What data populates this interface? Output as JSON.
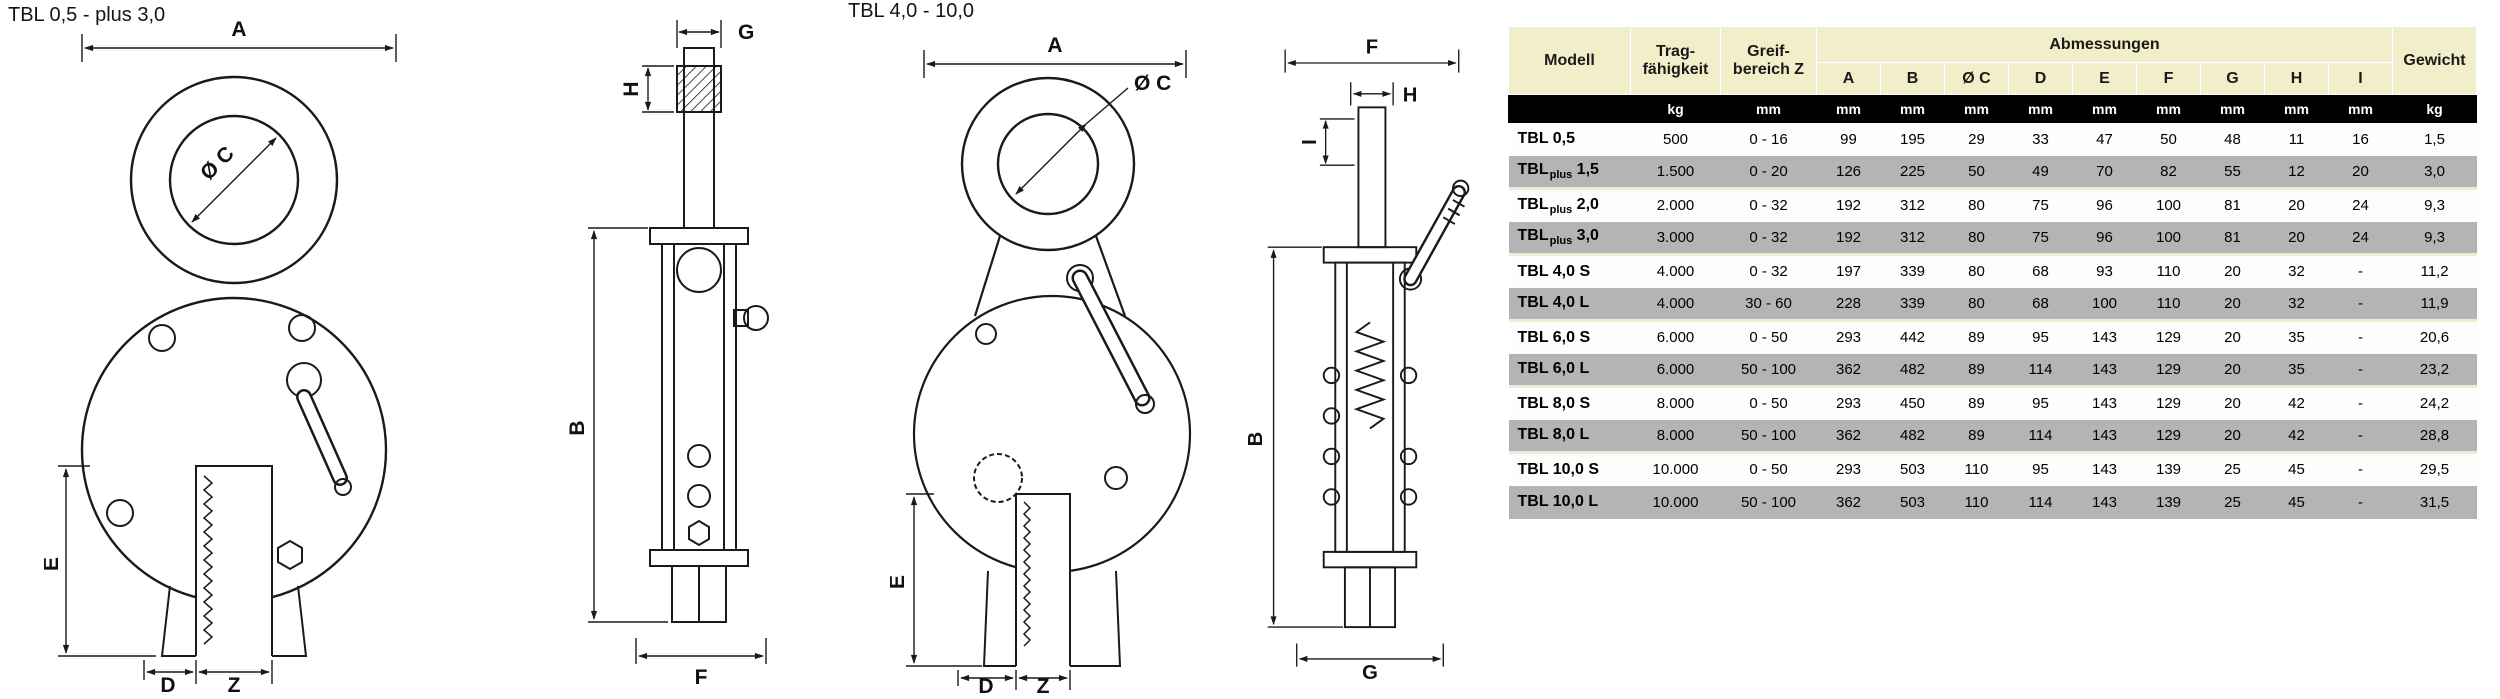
{
  "drawings": {
    "group1_label": "TBL 0,5 - plus 3,0",
    "group2_label": "TBL 4,0 - 10,0",
    "labels": {
      "A": "A",
      "B": "B",
      "C": "Ø C",
      "D": "D",
      "E": "E",
      "F": "F",
      "G": "G",
      "H": "H",
      "I": "I",
      "Z": "Z"
    }
  },
  "table": {
    "header": {
      "modell": "Modell",
      "tragfaehigkeit": "Trag-\nfähigkeit",
      "greifbereich": "Greif-\nbereich Z",
      "abmessungen": "Abmessungen",
      "gewicht": "Gewicht",
      "dims": [
        "A",
        "B",
        "Ø C",
        "D",
        "E",
        "F",
        "G",
        "H",
        "I"
      ]
    },
    "units": {
      "modell": "",
      "tragfaehigkeit": "kg",
      "greifbereich": "mm",
      "dims": [
        "mm",
        "mm",
        "mm",
        "mm",
        "mm",
        "mm",
        "mm",
        "mm",
        "mm"
      ],
      "gewicht": "kg"
    },
    "rows": [
      {
        "model": {
          "prefix": "TBL",
          "sub": "",
          "size": "0,5"
        },
        "cells": [
          "500",
          "0 - 16",
          "99",
          "195",
          "29",
          "33",
          "47",
          "50",
          "48",
          "11",
          "16",
          "1,5"
        ],
        "shade": false,
        "group_start": false
      },
      {
        "model": {
          "prefix": "TBL",
          "sub": "plus",
          "size": "1,5"
        },
        "cells": [
          "1.500",
          "0 - 20",
          "126",
          "225",
          "50",
          "49",
          "70",
          "82",
          "55",
          "12",
          "20",
          "3,0"
        ],
        "shade": true,
        "group_start": false
      },
      {
        "model": {
          "prefix": "TBL",
          "sub": "plus",
          "size": "2,0"
        },
        "cells": [
          "2.000",
          "0 - 32",
          "192",
          "312",
          "80",
          "75",
          "96",
          "100",
          "81",
          "20",
          "24",
          "9,3"
        ],
        "shade": false,
        "group_start": true
      },
      {
        "model": {
          "prefix": "TBL",
          "sub": "plus",
          "size": "3,0"
        },
        "cells": [
          "3.000",
          "0 - 32",
          "192",
          "312",
          "80",
          "75",
          "96",
          "100",
          "81",
          "20",
          "24",
          "9,3"
        ],
        "shade": true,
        "group_start": false
      },
      {
        "model": {
          "prefix": "TBL",
          "sub": "",
          "size": "4,0 S"
        },
        "cells": [
          "4.000",
          "0 - 32",
          "197",
          "339",
          "80",
          "68",
          "93",
          "110",
          "20",
          "32",
          "-",
          "11,2"
        ],
        "shade": false,
        "group_start": true
      },
      {
        "model": {
          "prefix": "TBL",
          "sub": "",
          "size": "4,0 L"
        },
        "cells": [
          "4.000",
          "30 - 60",
          "228",
          "339",
          "80",
          "68",
          "100",
          "110",
          "20",
          "32",
          "-",
          "11,9"
        ],
        "shade": true,
        "group_start": false
      },
      {
        "model": {
          "prefix": "TBL",
          "sub": "",
          "size": "6,0 S"
        },
        "cells": [
          "6.000",
          "0 - 50",
          "293",
          "442",
          "89",
          "95",
          "143",
          "129",
          "20",
          "35",
          "-",
          "20,6"
        ],
        "shade": false,
        "group_start": true
      },
      {
        "model": {
          "prefix": "TBL",
          "sub": "",
          "size": "6,0 L"
        },
        "cells": [
          "6.000",
          "50 - 100",
          "362",
          "482",
          "89",
          "114",
          "143",
          "129",
          "20",
          "35",
          "-",
          "23,2"
        ],
        "shade": true,
        "group_start": false
      },
      {
        "model": {
          "prefix": "TBL",
          "sub": "",
          "size": "8,0 S"
        },
        "cells": [
          "8.000",
          "0 - 50",
          "293",
          "450",
          "89",
          "95",
          "143",
          "129",
          "20",
          "42",
          "-",
          "24,2"
        ],
        "shade": false,
        "group_start": true
      },
      {
        "model": {
          "prefix": "TBL",
          "sub": "",
          "size": "8,0 L"
        },
        "cells": [
          "8.000",
          "50 - 100",
          "362",
          "482",
          "89",
          "114",
          "143",
          "129",
          "20",
          "42",
          "-",
          "28,8"
        ],
        "shade": true,
        "group_start": false
      },
      {
        "model": {
          "prefix": "TBL",
          "sub": "",
          "size": "10,0 S"
        },
        "cells": [
          "10.000",
          "0 - 50",
          "293",
          "503",
          "110",
          "95",
          "143",
          "139",
          "25",
          "45",
          "-",
          "29,5"
        ],
        "shade": false,
        "group_start": true
      },
      {
        "model": {
          "prefix": "TBL",
          "sub": "",
          "size": "10,0 L"
        },
        "cells": [
          "10.000",
          "50 - 100",
          "362",
          "503",
          "110",
          "114",
          "143",
          "139",
          "25",
          "45",
          "-",
          "31,5"
        ],
        "shade": true,
        "group_start": false
      }
    ]
  },
  "colors": {
    "header_bg": "#f2eec9",
    "units_bg": "#000000",
    "row_gray": "#b4b4b4",
    "row_white": "#fdfdfd",
    "group_separator": "#f0ecd2",
    "line": "#1a1a1a"
  }
}
